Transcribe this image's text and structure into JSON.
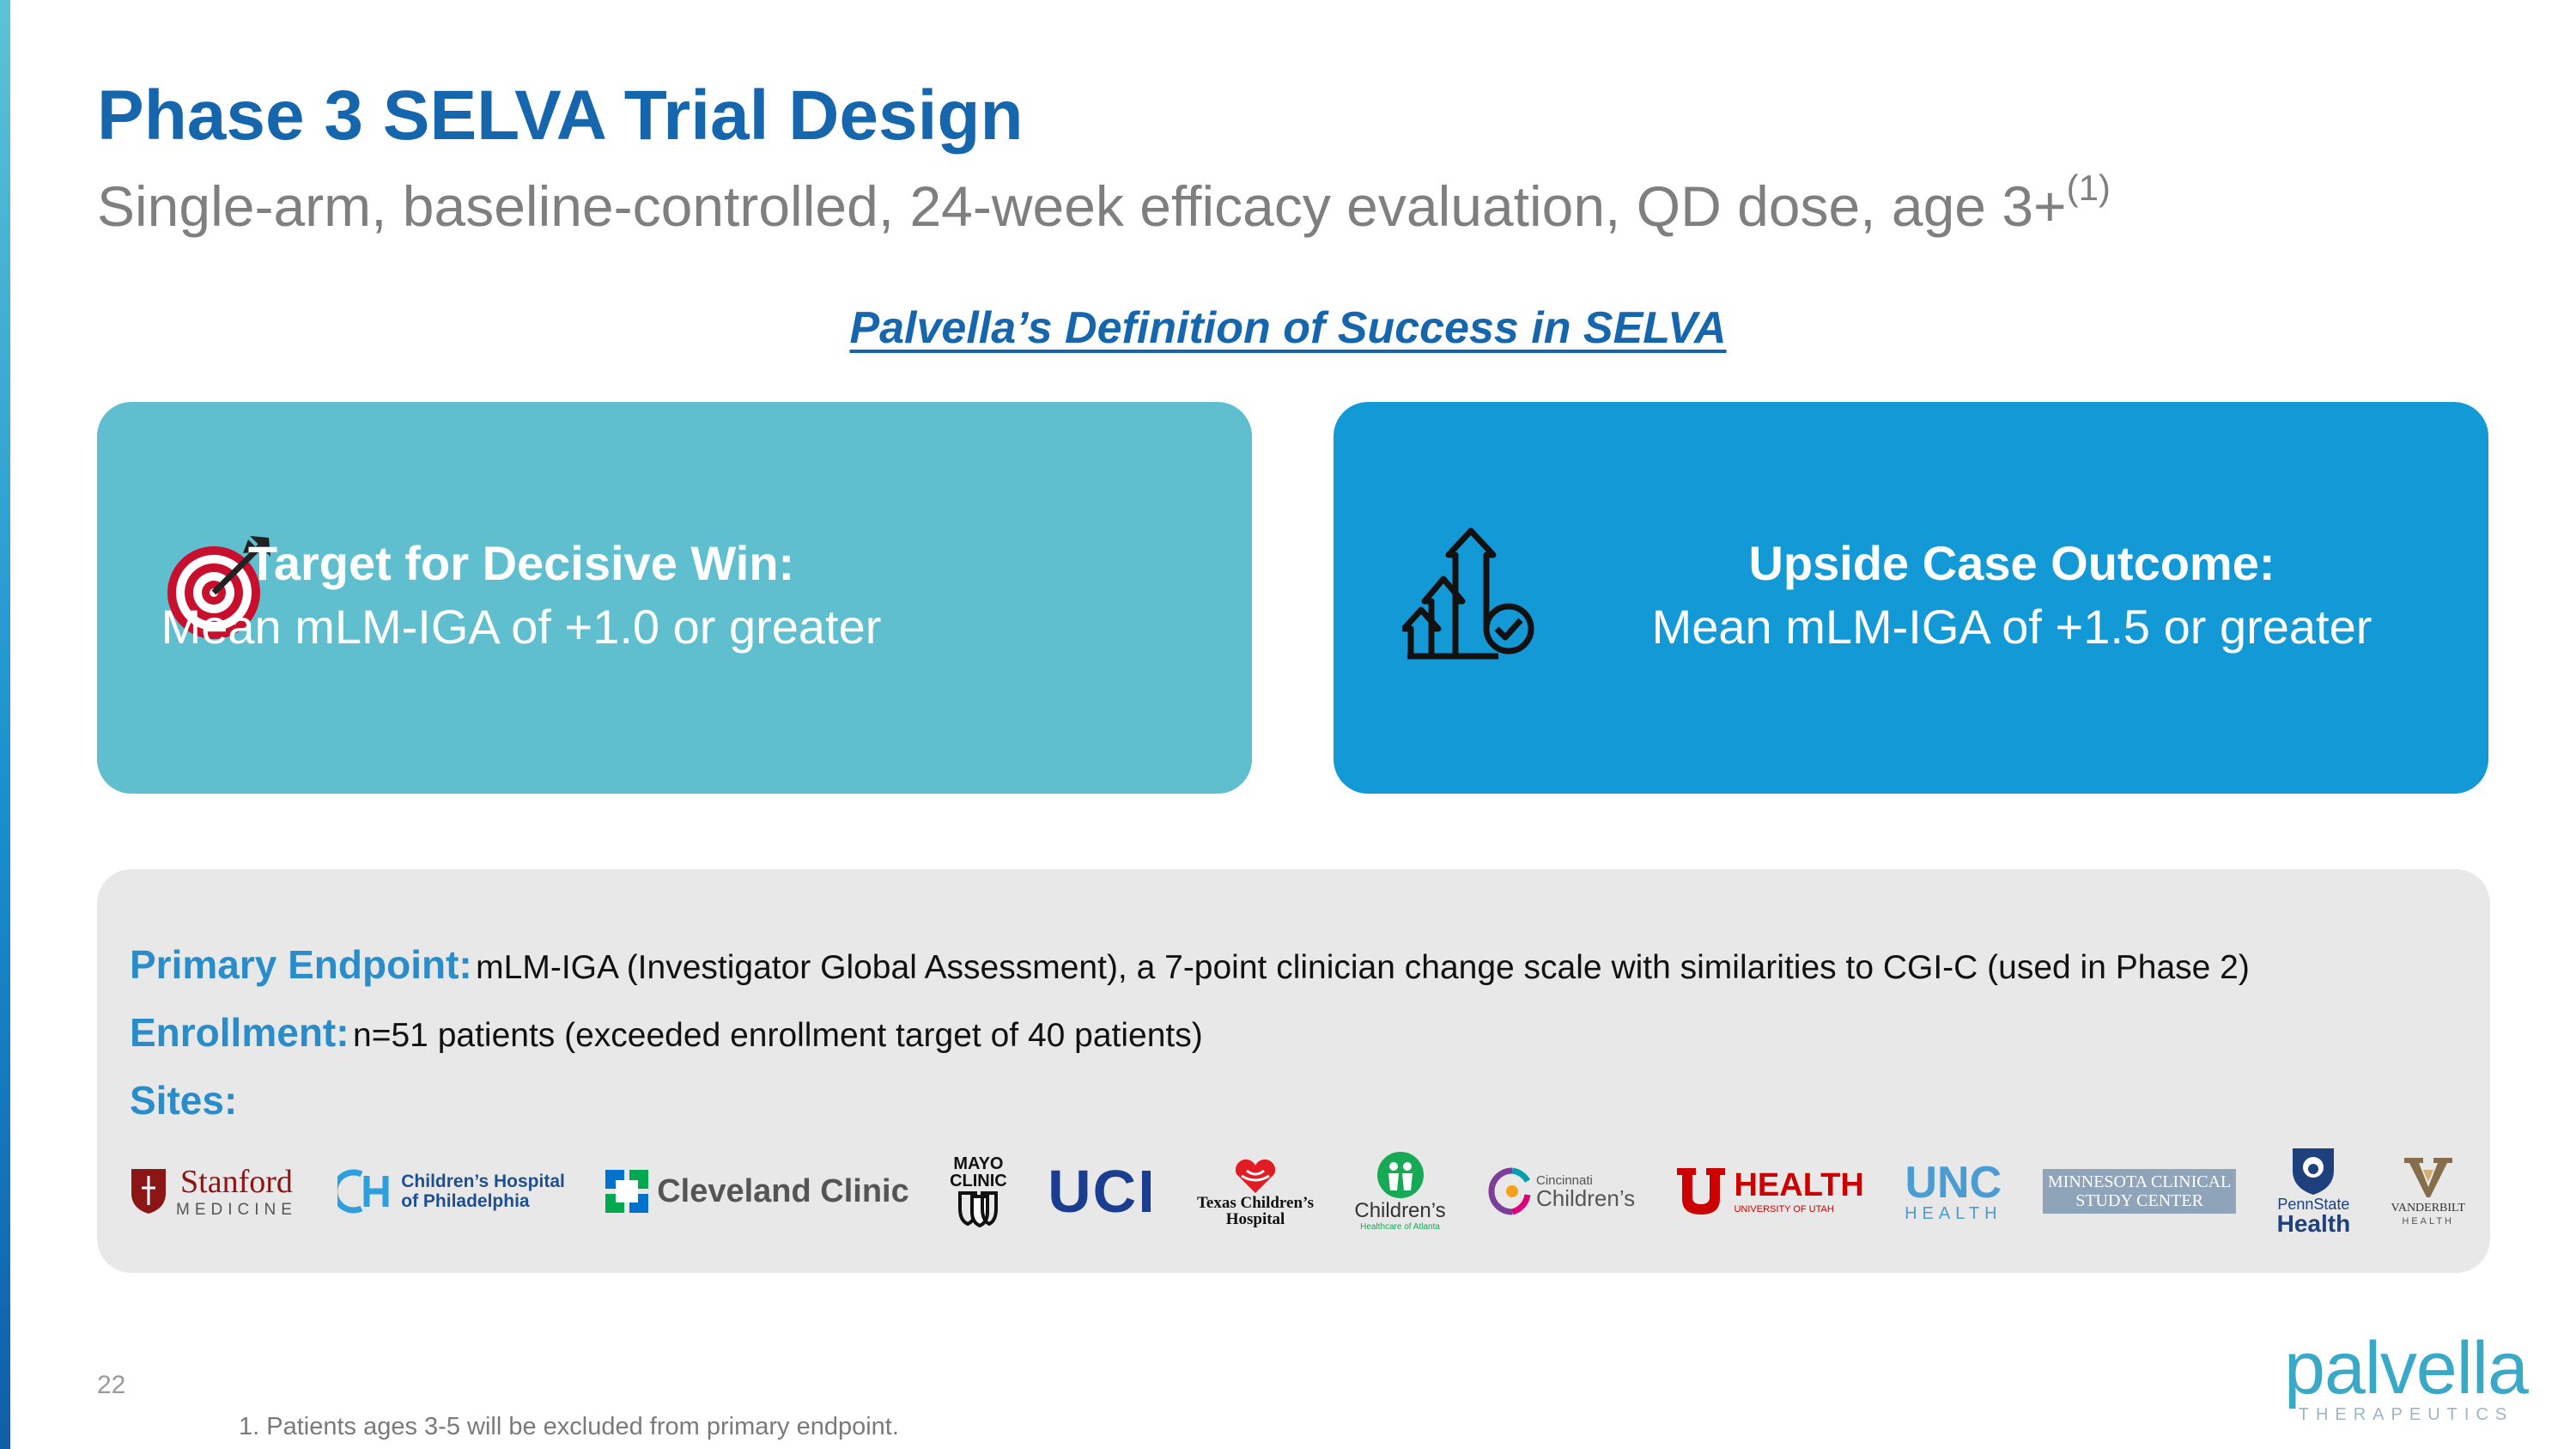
{
  "title": "Phase 3 SELVA Trial Design",
  "subtitle": {
    "text": "Single-arm, baseline-controlled, 24-week efficacy evaluation, QD dose, age 3+",
    "footnote_ref": "(1)"
  },
  "section_heading": "Palvella’s Definition of Success in SELVA",
  "cards": [
    {
      "icon": "target-icon",
      "title": "Target for Decisive Win:",
      "text": "Mean mLM-IGA of +1.0 or greater",
      "color": "#5fbfcf"
    },
    {
      "icon": "growth-arrows-check-icon",
      "title": "Upside Case Outcome:",
      "text": "Mean mLM-IGA of +1.5 or greater",
      "color": "#139ad6"
    }
  ],
  "info": {
    "primary_endpoint": {
      "label": "Primary Endpoint:",
      "value": "mLM-IGA (Investigator Global Assessment), a 7-point clinician change scale with similarities to CGI-C (used in Phase 2)"
    },
    "enrollment": {
      "label": "Enrollment:",
      "value": "n=51 patients (exceeded enrollment target of 40 patients)"
    },
    "sites_label": "Sites:"
  },
  "site_logos": {
    "stanford": {
      "name": "Stanford",
      "sub": "MEDICINE"
    },
    "chop": {
      "line1": "Children’s Hospital",
      "line2": "of Philadelphia"
    },
    "cleveland": {
      "name": "Cleveland Clinic"
    },
    "mayo": {
      "line1": "MAYO",
      "line2": "CLINIC"
    },
    "uci": {
      "name": "UCI"
    },
    "texas": {
      "line1": "Texas Children’s",
      "line2": "Hospital"
    },
    "atlanta": {
      "name": "Children’s",
      "sub": "Healthcare of Atlanta"
    },
    "cincinnati": {
      "line1": "Cincinnati",
      "line2": "Children’s"
    },
    "utah": {
      "name": "HEALTH",
      "sub": "UNIVERSITY OF UTAH"
    },
    "unc": {
      "name": "UNC",
      "sub": "HEALTH"
    },
    "minnesota": {
      "line1": "MINNESOTA CLINICAL",
      "line2": "STUDY CENTER"
    },
    "pennstate": {
      "line1": "PennState",
      "line2": "Health"
    },
    "vanderbilt": {
      "line1": "VANDERBILT",
      "line2": "HEALTH"
    }
  },
  "page_number": "22",
  "footnote": "1. Patients ages 3-5 will be excluded from primary endpoint.",
  "brand": {
    "name": "palvella",
    "tagline": "THERAPEUTICS"
  },
  "colors": {
    "title_blue": "#1566ad",
    "label_blue": "#2a8dca",
    "accent_red": "#c8102e"
  }
}
